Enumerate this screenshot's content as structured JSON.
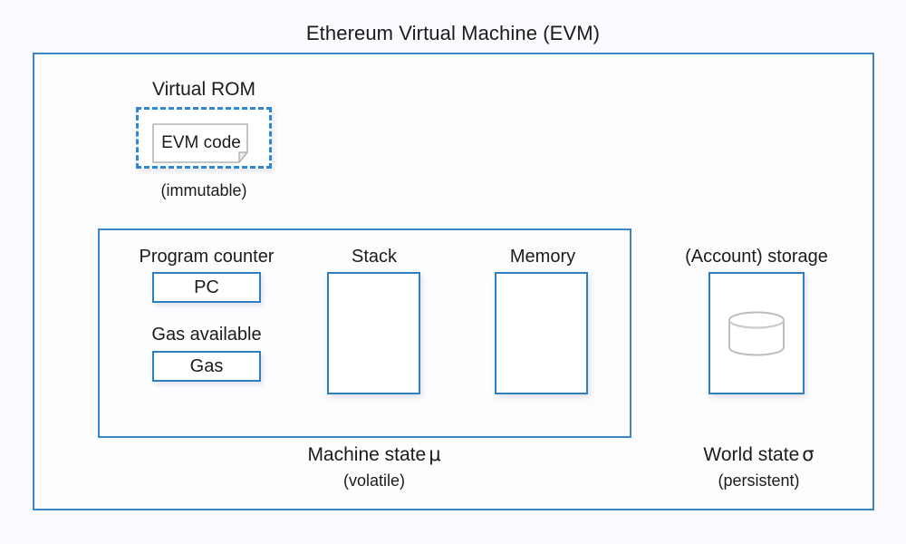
{
  "diagram": {
    "title": "Ethereum Virtual Machine (EVM)",
    "accent_color": "#3a87c8",
    "border_color": "#2e7fc0",
    "background_color": "#fafaff"
  },
  "virtual_rom": {
    "label": "Virtual ROM",
    "code_box_label": "EVM code",
    "note": "(immutable)",
    "icon": "document-icon"
  },
  "machine_state": {
    "program_counter": {
      "label": "Program counter",
      "value": "PC"
    },
    "gas": {
      "label": "Gas available",
      "value": "Gas"
    },
    "stack": {
      "label": "Stack",
      "value": ""
    },
    "memory": {
      "label": "Memory",
      "value": ""
    },
    "caption": "Machine state",
    "symbol": "μ",
    "subcaption": "(volatile)"
  },
  "world_state": {
    "storage": {
      "label": "(Account) storage",
      "icon": "database-icon"
    },
    "caption": "World state",
    "symbol": "σ",
    "subcaption": "(persistent)"
  }
}
